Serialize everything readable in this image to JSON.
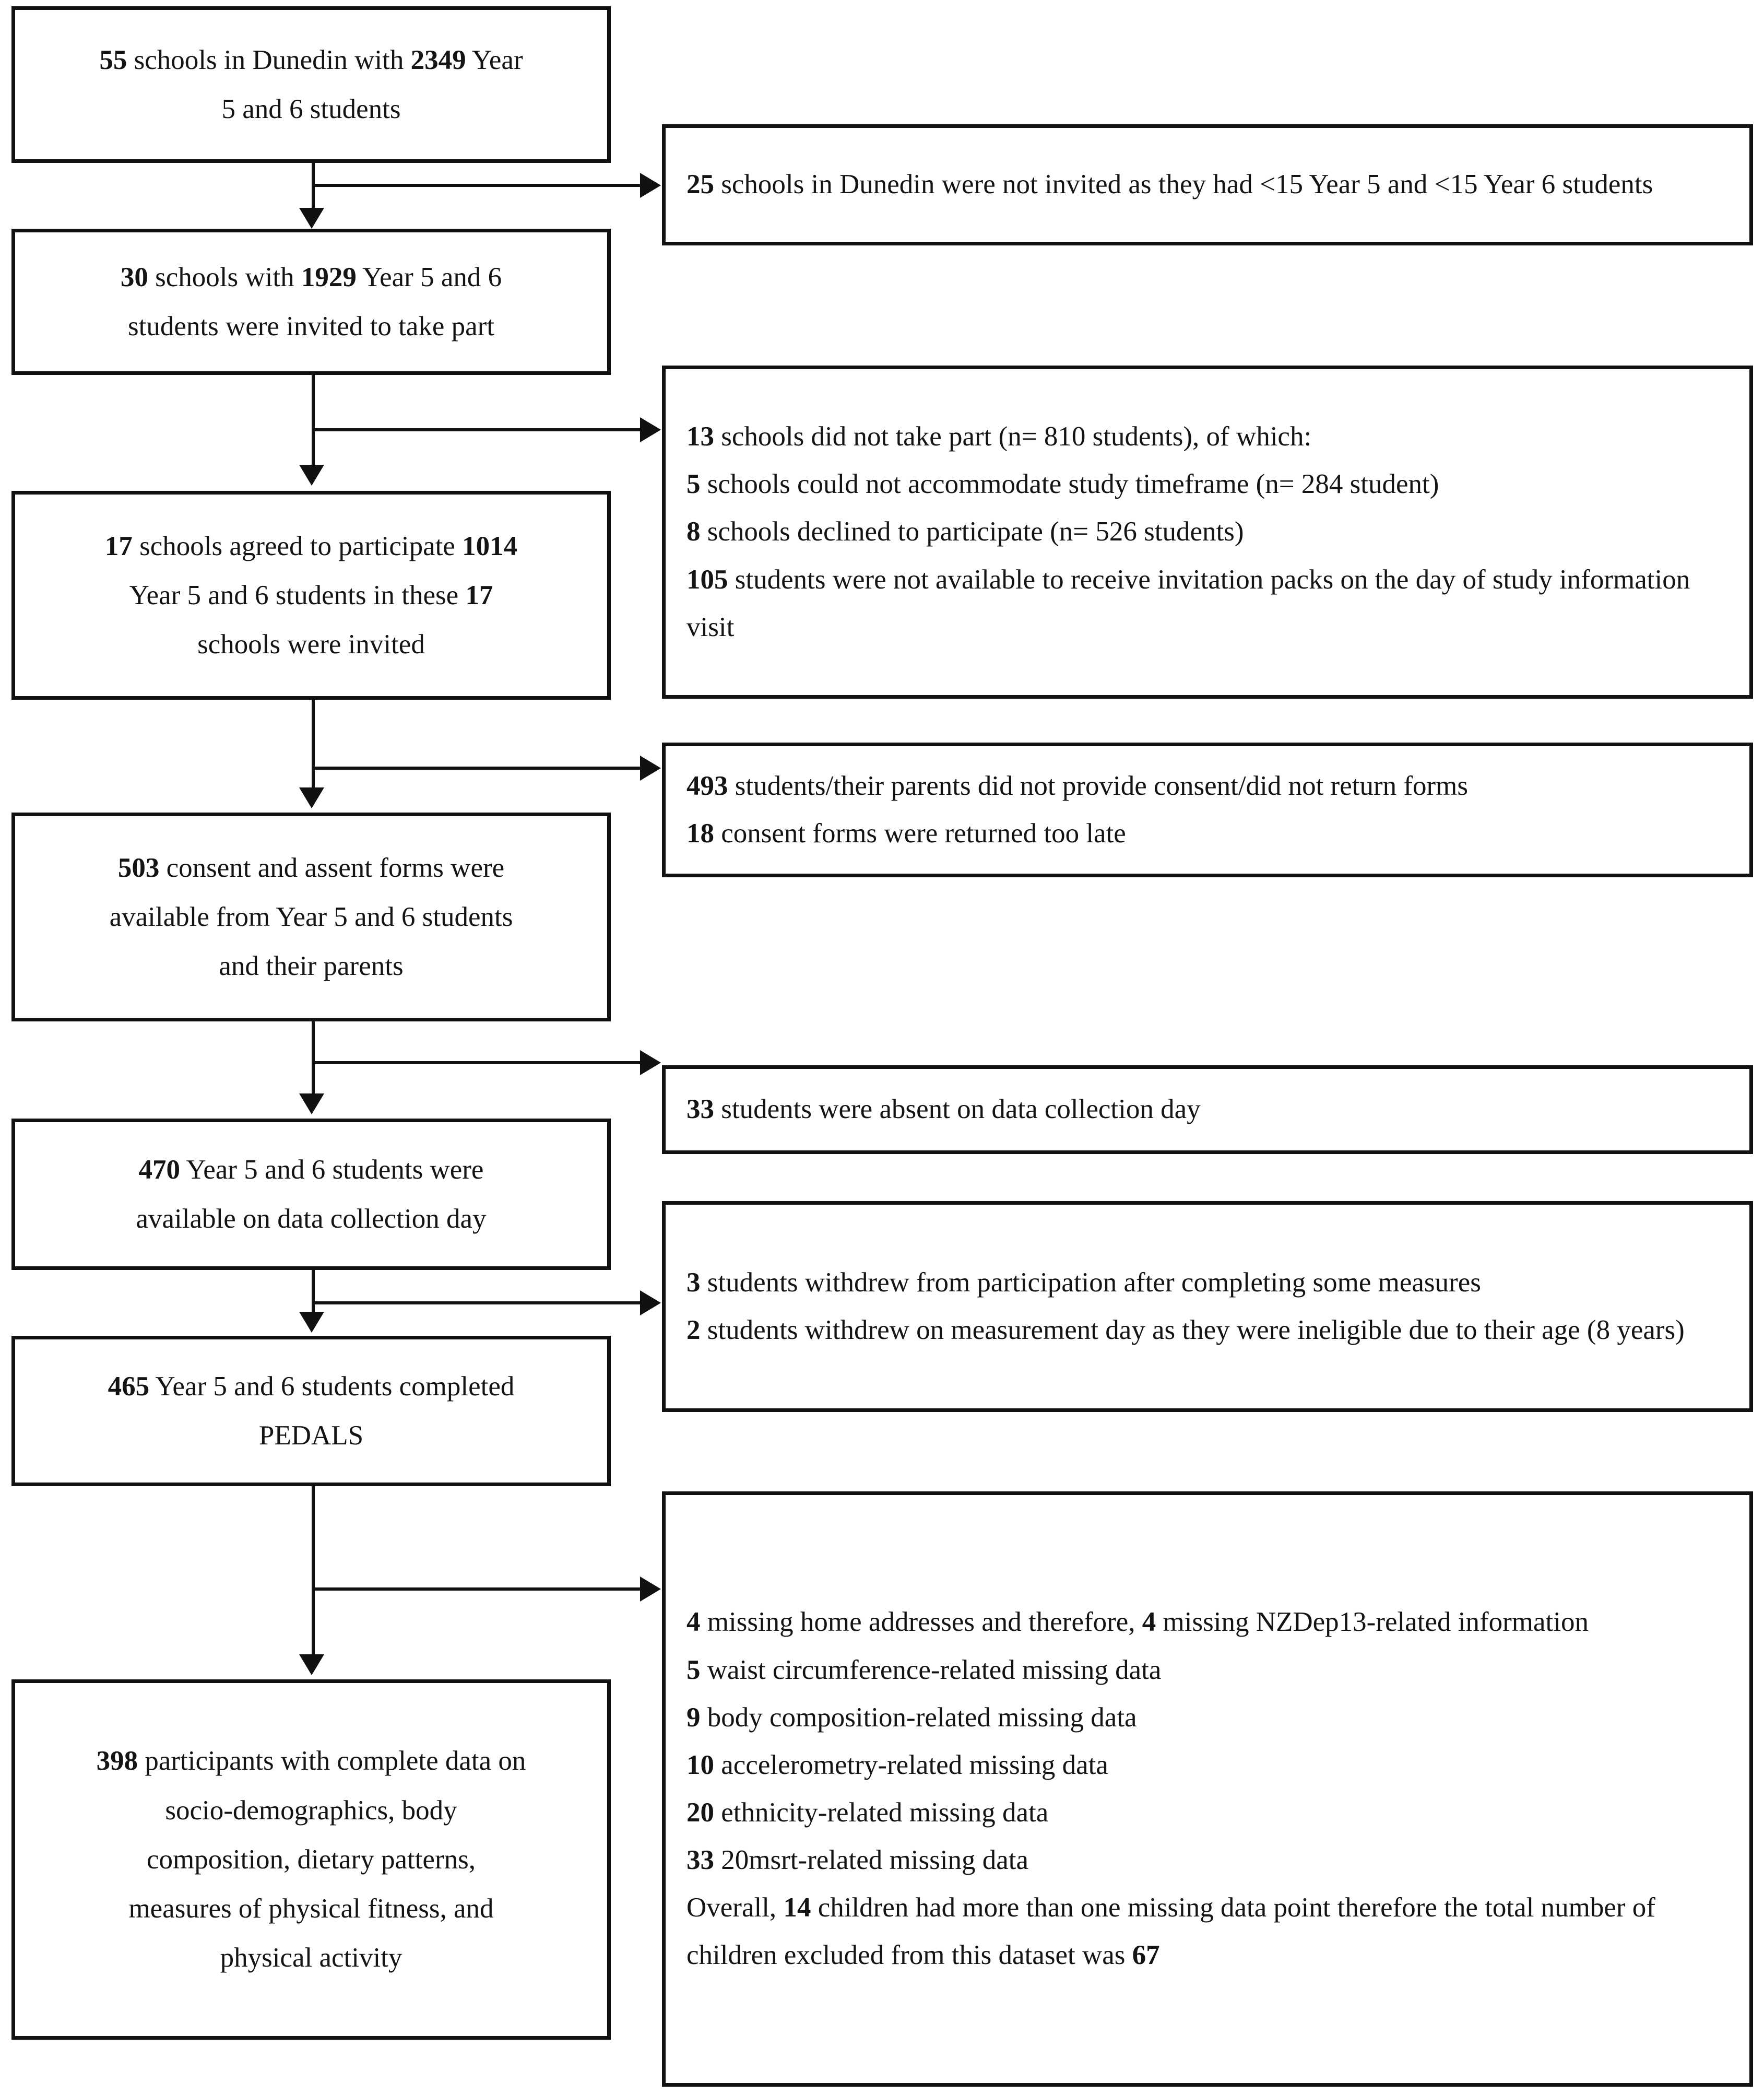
{
  "figure": {
    "type": "flowchart",
    "kind": "participant-flow-diagram",
    "orientation": "top-to-bottom",
    "colors": {
      "box_border": "#111111",
      "box_fill": "#ffffff",
      "connector": "#111111",
      "text": "#141414"
    }
  },
  "flow": {
    "main_nodes": [
      {
        "id": "node-1",
        "count": "55",
        "lines": [
          "55 schools in Dunedin with 2349 Year",
          "5 and 6 students"
        ],
        "bold_tokens": [
          "55",
          "2349"
        ]
      },
      {
        "id": "node-2",
        "count": "30",
        "lines": [
          "30 schools with 1929 Year 5 and 6",
          "students were invited to take part"
        ],
        "bold_tokens": [
          "30",
          "1929"
        ]
      },
      {
        "id": "node-3",
        "count": "17",
        "lines": [
          "17 schools agreed to participate 1014",
          "Year 5 and 6 students in these 17",
          "schools were invited"
        ],
        "bold_tokens": [
          "17",
          "1014"
        ]
      },
      {
        "id": "node-4",
        "count": "503",
        "lines": [
          "503 consent and assent forms were",
          "available from Year 5 and 6 students",
          "and their parents"
        ],
        "bold_tokens": [
          "503"
        ]
      },
      {
        "id": "node-5",
        "count": "470",
        "lines": [
          "470 Year 5 and 6 students were",
          "available on data collection day"
        ],
        "bold_tokens": [
          "470"
        ]
      },
      {
        "id": "node-6",
        "count": "465",
        "lines": [
          "465 Year 5 and 6 students completed",
          "PEDALS"
        ],
        "bold_tokens": [
          "465"
        ]
      },
      {
        "id": "node-7",
        "count": "398",
        "lines": [
          "398 participants with complete data on",
          "socio-demographics, body",
          "composition, dietary patterns,",
          "measures of physical fitness, and",
          "physical activity"
        ],
        "bold_tokens": [
          "398"
        ]
      }
    ],
    "exclusion_nodes": [
      {
        "id": "excl-1",
        "entries": [
          {
            "lead": "25",
            "text": " schools in Dunedin were not invited as they had <15 Year 5 and <15 Year 6 students"
          }
        ]
      },
      {
        "id": "excl-2",
        "entries": [
          {
            "lead": "13",
            "text": " schools did not take part (n= 810 students), of which:"
          },
          {
            "lead": "5",
            "text": " schools could not accommodate study timeframe (n= 284 student)"
          },
          {
            "lead": "8",
            "text": " schools declined to participate (n= 526 students)"
          },
          {
            "lead": "105",
            "text": " students were not available to receive invitation packs on the day of study information visit"
          }
        ]
      },
      {
        "id": "excl-3",
        "entries": [
          {
            "lead": "493",
            "text": " students/their parents did not provide consent/did not return forms"
          },
          {
            "lead": "18",
            "text": " consent forms were returned too late"
          }
        ]
      },
      {
        "id": "excl-4",
        "entries": [
          {
            "lead": "33",
            "text": " students were absent on data collection day"
          }
        ]
      },
      {
        "id": "excl-5",
        "entries": [
          {
            "lead": "3",
            "text": " students withdrew from participation after completing some measures"
          },
          {
            "lead": "2",
            "text": " students withdrew on measurement day as they were ineligible due to their age (8 years)"
          }
        ]
      },
      {
        "id": "excl-6",
        "entries": [
          {
            "lead": "4",
            "text": " missing home addresses and therefore, 4 missing NZDep13-related information"
          },
          {
            "lead": "5",
            "text": " waist circumference-related missing data"
          },
          {
            "lead": "9",
            "text": " body composition-related missing data"
          },
          {
            "lead": "10",
            "text": " accelerometry-related missing data"
          },
          {
            "lead": "20",
            "text": " ethnicity-related missing data"
          },
          {
            "lead": "33",
            "text": " 20msrt-related missing data"
          },
          {
            "lead": "",
            "text": "Overall, 14 children had more than one missing data point therefore the total number of children excluded from this dataset was 67"
          }
        ]
      }
    ]
  }
}
